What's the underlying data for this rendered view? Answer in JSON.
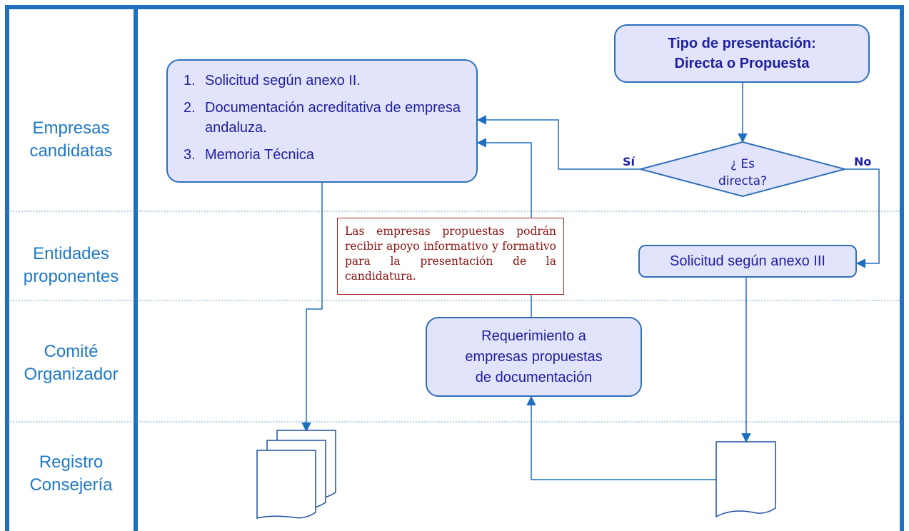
{
  "lanes": [
    {
      "label_line1": "Empresas",
      "label_line2": "candidatas"
    },
    {
      "label_line1": "Entidades",
      "label_line2": "proponentes"
    },
    {
      "label_line1": "Comité",
      "label_line2": "Organizador"
    },
    {
      "label_line1": "Registro",
      "label_line2": "Consejería"
    }
  ],
  "documents_box": {
    "items": [
      {
        "num": "1.",
        "text": "Solicitud según anexo II."
      },
      {
        "num": "2.",
        "text": "Documentación acreditativa de empresa andaluza."
      },
      {
        "num": "3.",
        "text": "Memoria Técnica"
      }
    ]
  },
  "presentation_type": {
    "line1": "Tipo de presentación:",
    "line2": "Directa o Propuesta"
  },
  "decision": {
    "line1": "¿ Es",
    "line2": "directa?",
    "yes_label": "Sí",
    "no_label": "No"
  },
  "annex_iii_box": {
    "label": "Solicitud según anexo III"
  },
  "requirement_box": {
    "line1": "Requerimiento a",
    "line2": "empresas propuestas",
    "line3": "de documentación"
  },
  "note": {
    "text": "Las empresas propuestas podrán recibir apoyo informativo y formativo para la presentación de la candidatura."
  },
  "colors": {
    "border": "#1f6fbf",
    "lane_text": "#1f78c8",
    "box_fill": "#e2e4fb",
    "box_text": "#1f1fa0",
    "note_text": "#8b1010",
    "note_border": "#b22222"
  }
}
